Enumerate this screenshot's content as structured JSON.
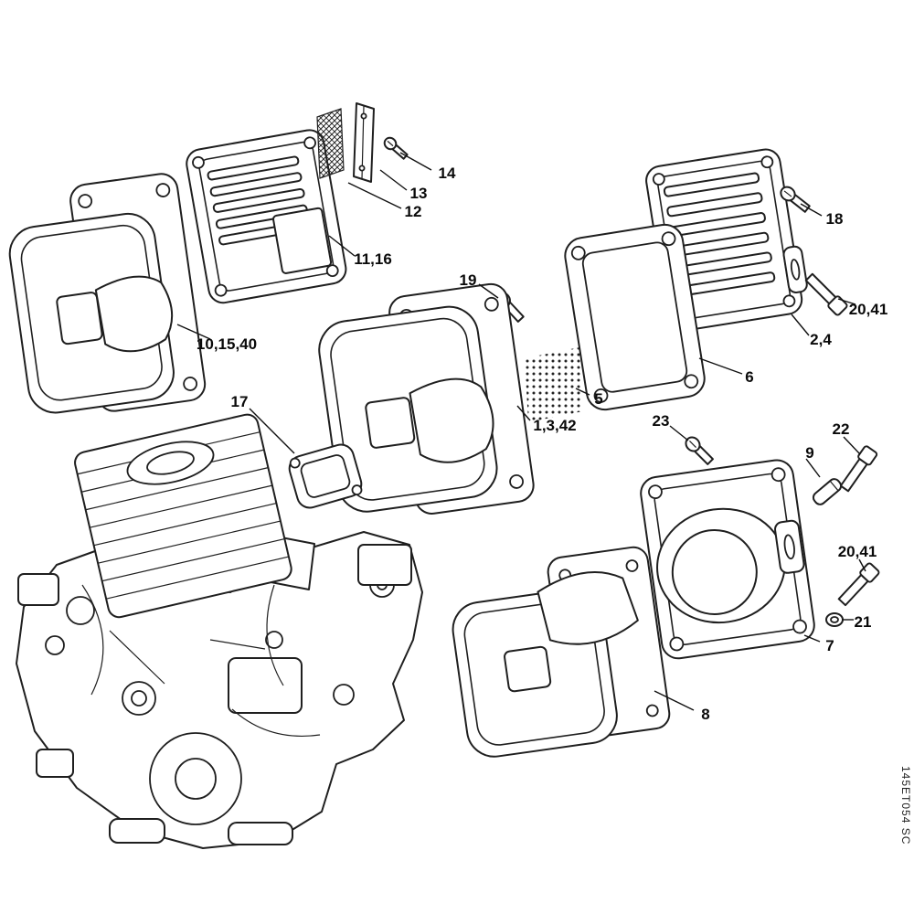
{
  "diagram_id": "145ET054 SC",
  "labels": [
    {
      "text": "14"
    },
    {
      "text": "13"
    },
    {
      "text": "12"
    },
    {
      "text": "11,16"
    },
    {
      "text": "10,15,40"
    },
    {
      "text": "19"
    },
    {
      "text": "18"
    },
    {
      "text": "20,41"
    },
    {
      "text": "2,4"
    },
    {
      "text": "6"
    },
    {
      "text": "5"
    },
    {
      "text": "1,3,42"
    },
    {
      "text": "17"
    },
    {
      "text": "23"
    },
    {
      "text": "22"
    },
    {
      "text": "9"
    },
    {
      "text": "20,41"
    },
    {
      "text": "21"
    },
    {
      "text": "7"
    },
    {
      "text": "8"
    }
  ]
}
